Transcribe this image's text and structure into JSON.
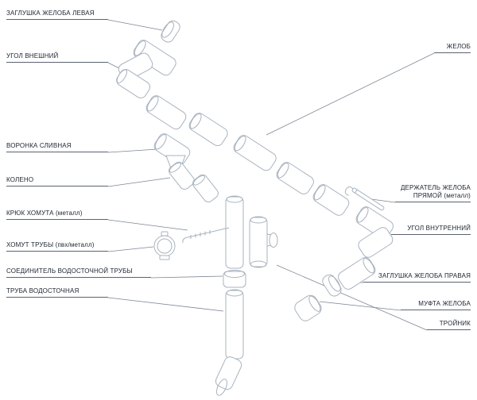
{
  "diagram": {
    "labels_left": [
      {
        "text": "ЗАГЛУШКА ЖЕЛОБА ЛЕВАЯ"
      },
      {
        "text": "УГОЛ ВНЕШНИЙ"
      },
      {
        "text": "ВОРОНКА СЛИВНАЯ"
      },
      {
        "text": "КОЛЕНО"
      },
      {
        "text": "КРЮК ХОМУТА (металл)"
      },
      {
        "text": "ХОМУТ ТРУБЫ (пвх/металл)"
      },
      {
        "text": "СОЕДИНИТЕЛЬ ВОДОСТОЧНОЙ ТРУБЫ"
      },
      {
        "text": "ТРУБА ВОДОСТОЧНАЯ"
      }
    ],
    "labels_right": [
      {
        "text": "ЖЕЛОБ"
      },
      {
        "text": "ДЕРЖАТЕЛЬ ЖЕЛОБА ПРЯМОЙ (металл)"
      },
      {
        "text": "УГОЛ ВНУТРЕННИЙ"
      },
      {
        "text": "ЗАГЛУШКА ЖЕЛОБА ПРАВАЯ"
      },
      {
        "text": "МУФТА ЖЕЛОБА"
      },
      {
        "text": "ТРОЙНИК"
      }
    ],
    "colors": {
      "background": "#ffffff",
      "part_line": "#a9b3bf",
      "leader_line": "#7d8794",
      "label_text": "#1c2430"
    }
  }
}
